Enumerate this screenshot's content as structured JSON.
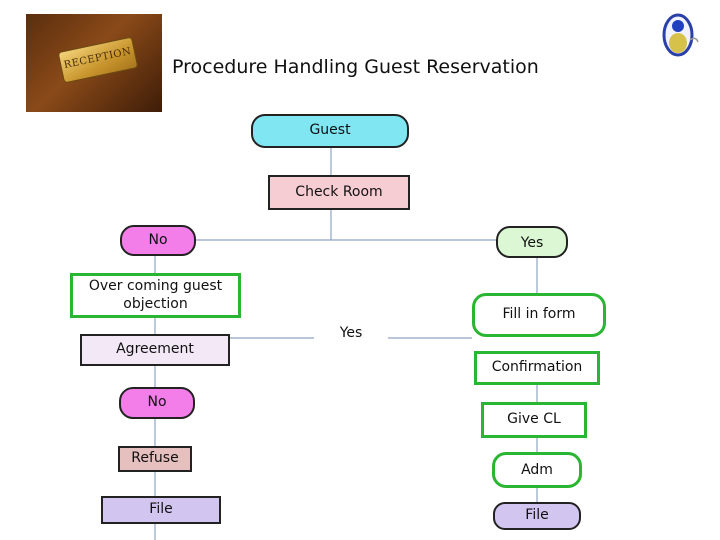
{
  "title": "Procedure Handling Guest Reservation",
  "logo_text": "RECEPTION",
  "nodes": {
    "guest": "Guest",
    "check_room": "Check Room",
    "no_top": "No",
    "yes_right": "Yes",
    "over_coming": "Over coming guest objection",
    "agreement": "Agreement",
    "yes_mid": "Yes",
    "fill_form": "Fill in form",
    "confirmation": "Confirmation",
    "no_bottom": "No",
    "give_cl": "Give CL",
    "refuse": "Refuse",
    "adm": "Adm",
    "file_left": "File",
    "file_right": "File"
  },
  "colors": {
    "connector": "#8fa3c4",
    "cyan": "#7fe6f2",
    "magenta": "#f37ee9",
    "green_border": "#2ab533"
  }
}
